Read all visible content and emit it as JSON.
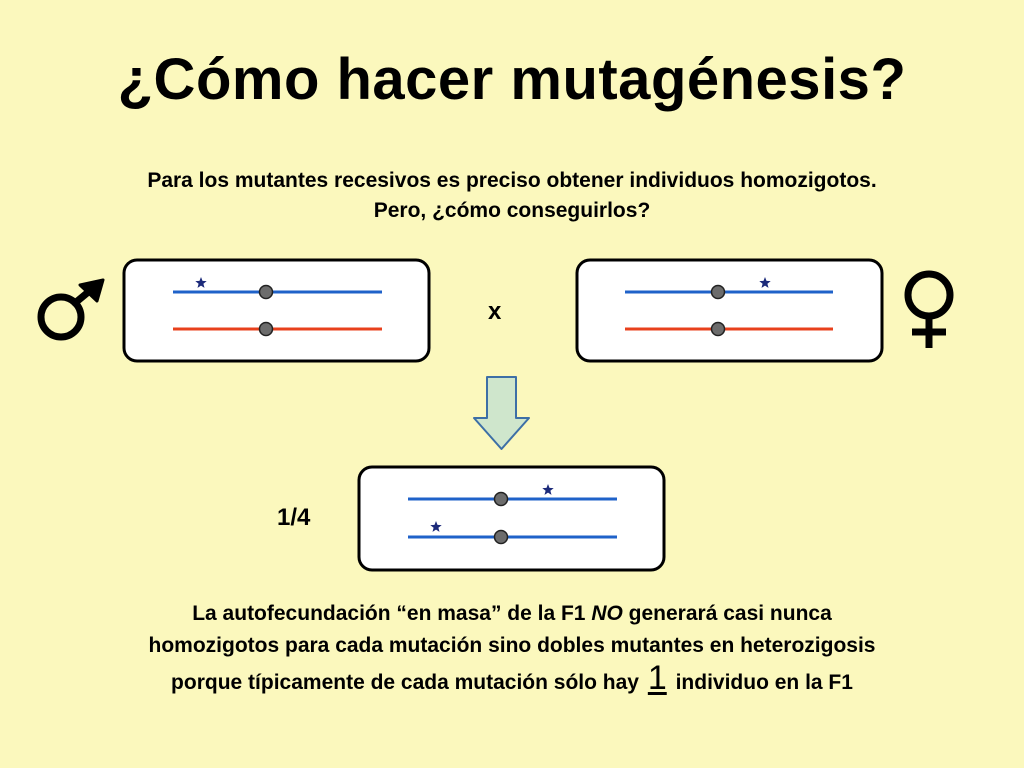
{
  "slide": {
    "title": "¿Cómo hacer mutagénesis?",
    "intro_line1": "Para los mutantes recesivos es preciso obtener individuos homozigotos.",
    "intro_line2": "Pero, ¿cómo conseguirlos?",
    "cross_symbol": "x",
    "fraction": "1/4",
    "conclusion": {
      "line1_before": "La autofecundación “en masa” de la F1 ",
      "line1_emph": "NO",
      "line1_after": " generará casi nunca",
      "line2": "homozigotos para cada mutación sino dobles mutantes en heterozigosis",
      "line3_before": "porque típicamente de cada mutación sólo hay ",
      "line3_number": "1",
      "line3_after": " individuo en la F1"
    }
  },
  "symbols": {
    "male": "male-symbol-icon",
    "female": "female-symbol-icon",
    "mutation": "star-icon",
    "centromere": "circle-icon",
    "arrow": "down-arrow-icon"
  },
  "colors": {
    "background": "#fbf8bd",
    "chromosome_blue": "#1f62c9",
    "chromosome_red": "#e8401c",
    "centromere": "#6c6c6c",
    "star": "#1c2a7a",
    "arrow_fill": "#cfe6cc",
    "arrow_stroke": "#3d6fa6"
  }
}
